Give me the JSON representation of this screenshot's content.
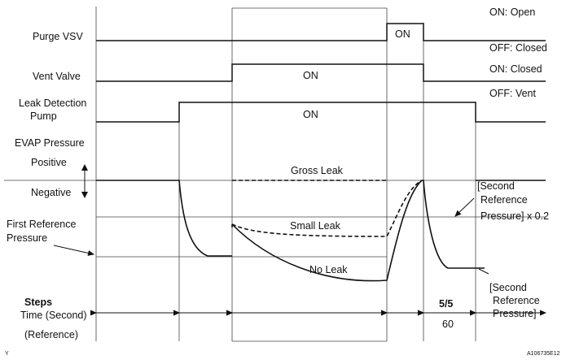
{
  "signals": {
    "purge_vsv": "Purge VSV",
    "vent_valve": "Vent Valve",
    "leak_pump_line1": "Leak Detection",
    "leak_pump_line2": "Pump",
    "evap_pressure": "EVAP Pressure",
    "positive": "Positive",
    "negative": "Negative",
    "first_ref_line1": "First Reference",
    "first_ref_line2": "Pressure"
  },
  "states": {
    "purge_on": "ON: Open",
    "purge_off": "OFF: Closed",
    "vent_on": "ON: Closed",
    "vent_off": "OFF: Vent"
  },
  "on_labels": {
    "purge": "ON",
    "vent": "ON",
    "pump": "ON"
  },
  "curves": {
    "gross_leak": "Gross Leak",
    "small_leak": "Small Leak",
    "no_leak": "No Leak"
  },
  "annotations": {
    "second_ref_x02_line1": "[Second",
    "second_ref_x02_line2": "Reference",
    "second_ref_x02_line3": "Pressure] x 0.2",
    "second_ref_line1": "[Second",
    "second_ref_line2": "Reference",
    "second_ref_line3": "Pressure]"
  },
  "bottom": {
    "steps": "Steps",
    "time": "Time (Second)",
    "reference": "(Reference)",
    "step_value": "5/5",
    "time_value": "60"
  },
  "corner": {
    "left": "Y",
    "right": "A106735E12"
  }
}
